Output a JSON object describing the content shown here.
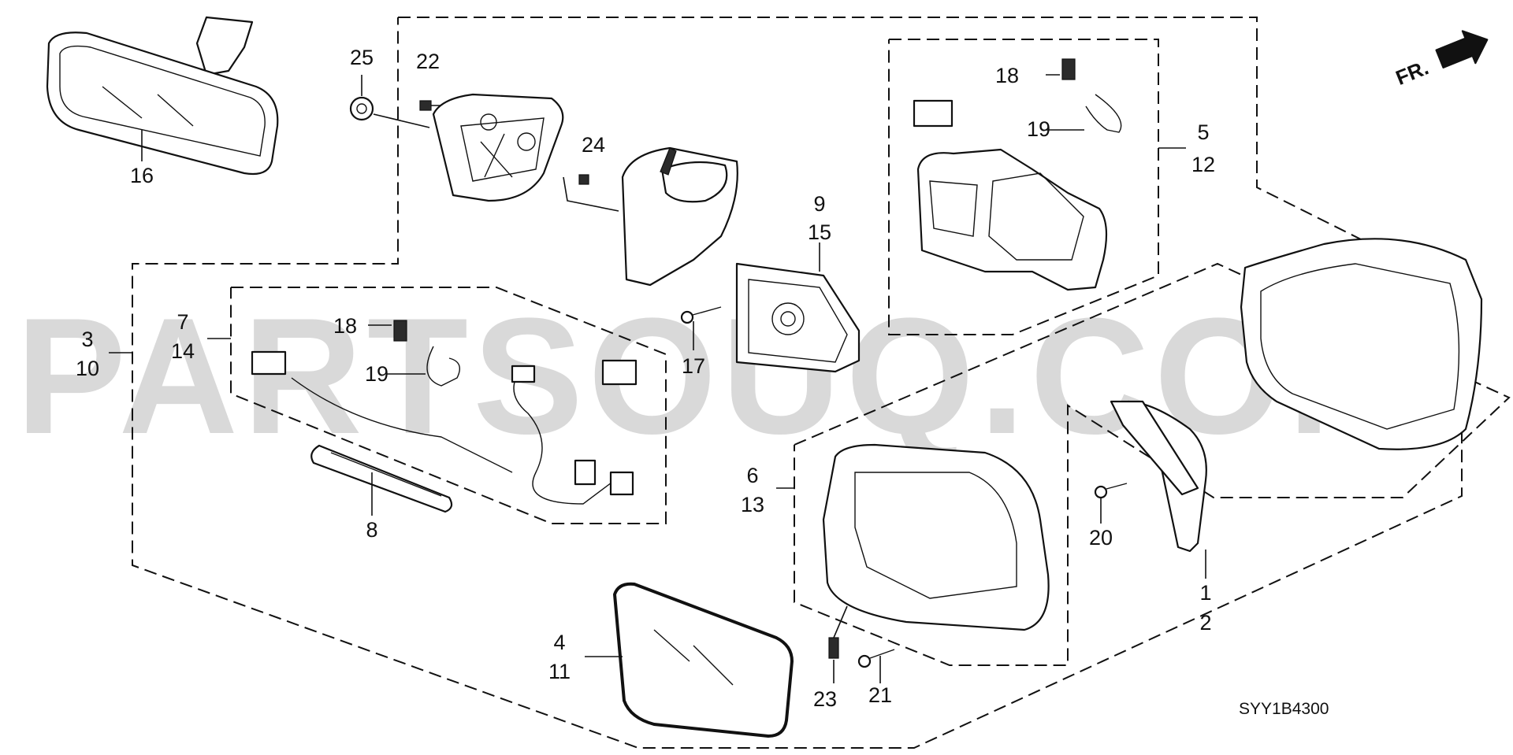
{
  "diagram": {
    "watermark": "PARTSOUQ.COM",
    "direction_label": "FR.",
    "diagram_code": "SYY1B4300",
    "callouts": [
      "16",
      "25",
      "22",
      "24",
      "18",
      "19",
      "5",
      "12",
      "9",
      "15",
      "3",
      "10",
      "7",
      "14",
      "18",
      "19",
      "17",
      "8",
      "6",
      "13",
      "20",
      "1",
      "2",
      "4",
      "11",
      "23",
      "21"
    ]
  },
  "icons": [
    "rearview-mirror-icon",
    "front-arrow-icon"
  ],
  "colors": {
    "line": "#111111",
    "watermark": "#b9b9b9",
    "background": "#ffffff"
  }
}
